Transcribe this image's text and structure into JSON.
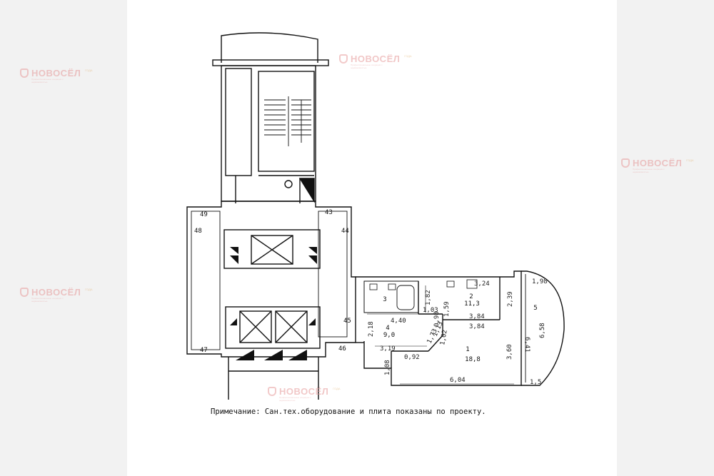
{
  "watermark": {
    "brand": "НОВОСЁЛ",
    "sub": "Профессиональные операции с недвижимостью",
    "badge": "ГОДА"
  },
  "note": "Примечание: Сан.тех.оборудование и плита показаны по проекту.",
  "marks": [
    "49",
    "48",
    "47",
    "43",
    "44",
    "45",
    "46"
  ],
  "rooms": [
    {
      "number": "1",
      "area": "18,8"
    },
    {
      "number": "2",
      "area": "11,3"
    },
    {
      "number": "3"
    },
    {
      "number": "4",
      "area": "9,0"
    },
    {
      "number": "5"
    }
  ],
  "dimensions": [
    "3,24",
    "1,98",
    "1,82",
    "2,39",
    "1,03",
    "0,98",
    "1,59",
    "3,84",
    "3,84",
    "4,40",
    "2,18",
    "1,73",
    "1,13",
    "3,19",
    "0,92",
    "1,02",
    "1,08",
    "6,04",
    "6,41",
    "3,60",
    "6,58",
    "1,5"
  ],
  "colors": {
    "line": "#111111",
    "watermark": "#e69a9a",
    "paper": "#ffffff",
    "margin": "#f2f2f2"
  }
}
